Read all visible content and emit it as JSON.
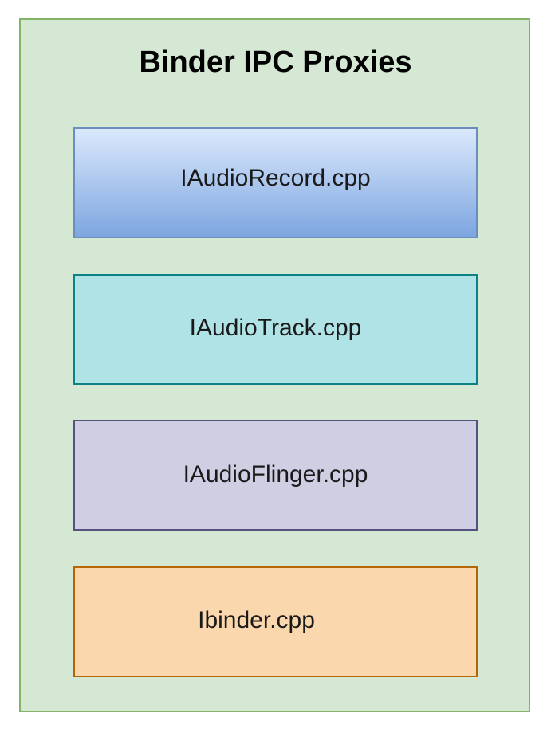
{
  "diagram": {
    "title": "Binder IPC Proxies",
    "boxes": [
      {
        "label": "IAudioRecord.cpp",
        "fill": "#dae8fc",
        "fill_end": "#7ea6e0",
        "stroke": "#6c8ebf"
      },
      {
        "label": "IAudioTrack.cpp",
        "fill": "#b0e3e6",
        "stroke": "#0e8088"
      },
      {
        "label": "IAudioFlinger.cpp",
        "fill": "#d0cee2",
        "stroke": "#56517e"
      },
      {
        "label": "Ibinder.cpp",
        "fill": "#fad7ac",
        "stroke": "#b46504"
      }
    ],
    "container_fill": "#d5e8d4",
    "container_stroke": "#82b366"
  }
}
